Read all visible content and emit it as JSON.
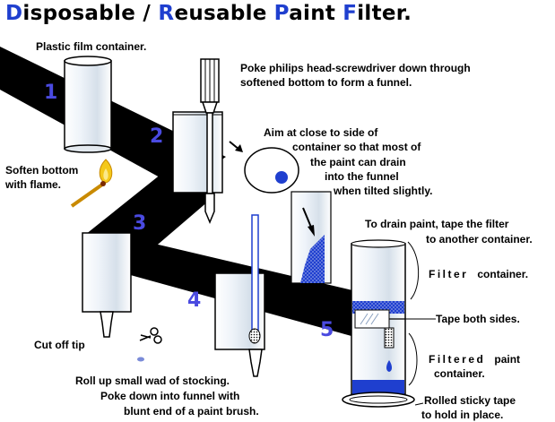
{
  "title": {
    "parts": [
      {
        "cap": "D",
        "rest": "isposable / "
      },
      {
        "cap": "R",
        "rest": "eusable"
      },
      {
        "cap": "P",
        "rest": "aint"
      },
      {
        "cap": "F",
        "rest": "ilter."
      }
    ]
  },
  "steps": [
    "1",
    "2",
    "3",
    "4",
    "5"
  ],
  "labels": {
    "plastic_film": "Plastic film  container.",
    "poke_line1": "Poke  philips head-screwdriver down  through",
    "poke_line2": "softened bottom to form a funnel.",
    "aim_line1": "Aim at close to side of",
    "aim_line2": "container so that most of",
    "aim_line3": "the paint can drain",
    "aim_line4": "into the funnel",
    "aim_line5": "when tilted slightly.",
    "soften_line1": "Soften bottom",
    "soften_line2": "with flame.",
    "drain_line1": "To drain paint,  tape the  filter",
    "drain_line2": "to another container.",
    "filter_word": "Filter",
    "filter_container": "container.",
    "tape_both": "Tape both sides.",
    "cut_tip": "Cut off tip",
    "filtered_word": "Filtered",
    "filtered_paint": "paint",
    "filtered_container": "container.",
    "roll_line1": "Roll up small wad of stocking.",
    "roll_line2": "Poke down into funnel with",
    "roll_line3": "blunt end of a paint brush.",
    "rolled_line1": "Rolled sticky tape",
    "rolled_line2": "to hold in place."
  },
  "colors": {
    "step_number": "#4a4ae0",
    "title_capital": "#1f3fcf",
    "paint_blue": "#1f3fcf",
    "path_black": "#000000"
  },
  "icons": [
    "flame-icon",
    "match-icon",
    "scissors-icon",
    "screwdriver-icon",
    "arrow-icon"
  ]
}
